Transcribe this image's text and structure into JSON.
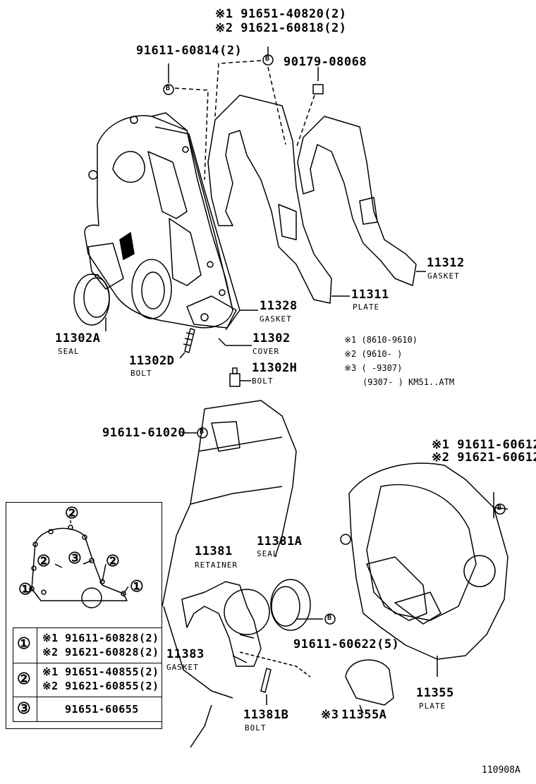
{
  "callouts": {
    "c1_line1": "※1 91651-40820(2)",
    "c1_line2": "※2 91621-60818(2)",
    "c2": "91611-60814(2)",
    "c3": "90179-08068",
    "c4": "91611-61020",
    "c5_line1": "※1 91611-60612",
    "c5_line2": "※2 91621-60612",
    "c6": "91611-60622(5)"
  },
  "parts": {
    "p11312": {
      "number": "11312",
      "name": "GASKET"
    },
    "p11311": {
      "number": "11311",
      "name": "PLATE"
    },
    "p11328": {
      "number": "11328",
      "name": "GASKET"
    },
    "p11302": {
      "number": "11302",
      "name": "COVER"
    },
    "p11302A": {
      "number": "11302A",
      "name": "SEAL"
    },
    "p11302D": {
      "number": "11302D",
      "name": "BOLT"
    },
    "p11302H": {
      "number": "11302H",
      "name": "BOLT"
    },
    "p11381": {
      "number": "11381",
      "name": "RETAINER"
    },
    "p11381A": {
      "number": "11381A",
      "name": "SEAL"
    },
    "p11383": {
      "number": "11383",
      "name": "GASKET"
    },
    "p11381B": {
      "number": "11381B",
      "name": "BOLT"
    },
    "p11355": {
      "number": "11355",
      "name": "PLATE"
    },
    "p11355A": {
      "number": "11355A",
      "prefix": "※3"
    }
  },
  "notes": {
    "n1": "※1 (8610-9610)",
    "n2": "※2 (9610-    )",
    "n3": "※3 (    -9307)",
    "n4": "(9307-    ) KM51..ATM"
  },
  "markers": {
    "b": "B"
  },
  "inset": {
    "circle_1": "①",
    "circle_2": "②",
    "circle_3": "③",
    "row1_marker": "①",
    "row1_line1": "※1 91611-60828(2)",
    "row1_line2": "※2 91621-60828(2)",
    "row2_marker": "②",
    "row2_line1": "※1 91651-40855(2)",
    "row2_line2": "※2 91621-60855(2)",
    "row3_marker": "③",
    "row3_line1": "91651-60655"
  },
  "figure_id": "110908A"
}
